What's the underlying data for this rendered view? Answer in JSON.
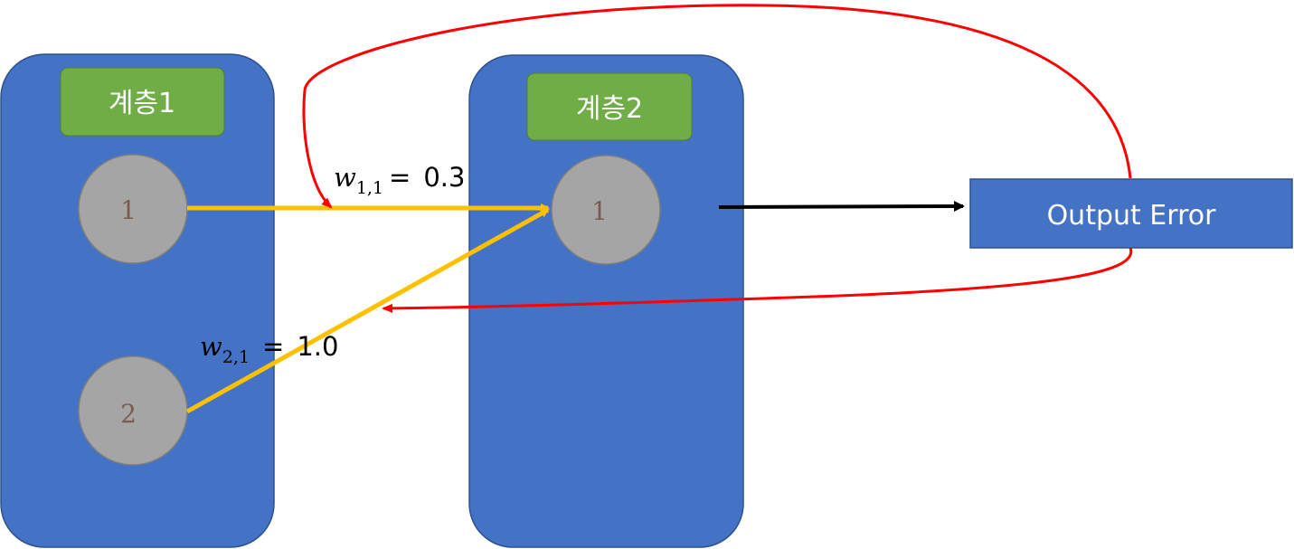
{
  "layers": [
    {
      "title": "계층1",
      "nodes": [
        "1",
        "2"
      ]
    },
    {
      "title": "계층2",
      "nodes": [
        "1"
      ]
    }
  ],
  "output_box": {
    "label": "Output Error"
  },
  "weights": [
    {
      "symbol": "w",
      "subscript": "1,1",
      "eq": "=",
      "value": "0.3"
    },
    {
      "symbol": "w",
      "subscript": "2,1",
      "eq": "=",
      "value": "1.0"
    }
  ],
  "colors": {
    "layer_fill": "#4472C4",
    "layer_stroke": "#2F528F",
    "title_fill": "#70AD47",
    "node_fill": "#A5A5A5",
    "node_text": "#7B5B4F",
    "weight_line": "#FFC000",
    "forward_arrow": "#000000",
    "error_arrow": "#FF0000"
  }
}
